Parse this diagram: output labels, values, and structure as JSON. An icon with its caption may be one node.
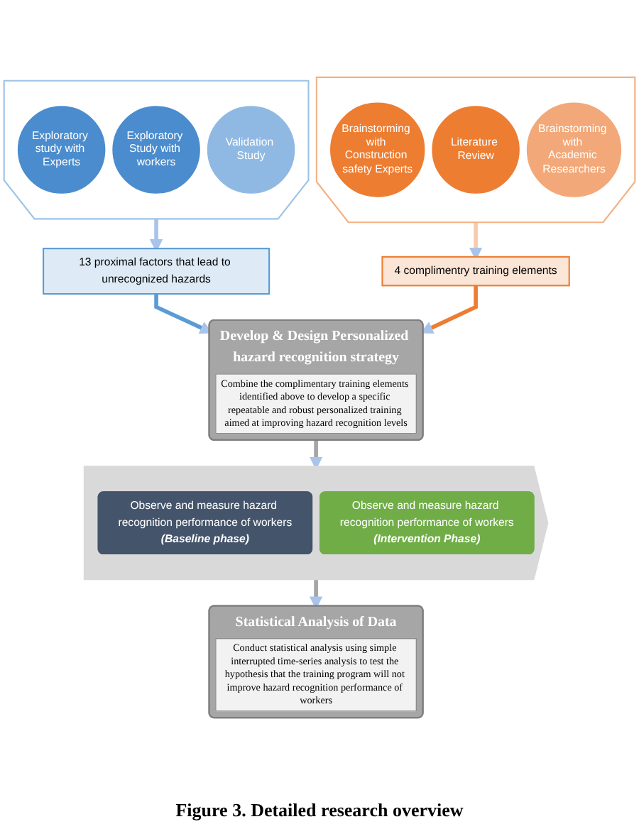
{
  "diagram": {
    "caption": "Figure 3. Detailed research overview",
    "nodes": [
      {
        "text": [],
        "shape": "funnel"
      },
      {
        "text": [
          "Exploratory study with Experts"
        ],
        "in": 0
      },
      {
        "text": [
          "Exploratory Study with workers"
        ],
        "in": 0
      },
      {
        "text": [
          "Validation Study"
        ],
        "in": 0
      },
      {
        "text": [],
        "shape": "funnel"
      },
      {
        "text": [
          "Brainstorming with Construction safety Experts"
        ],
        "in": 4
      },
      {
        "text": [
          "Literature Review"
        ],
        "in": 4
      },
      {
        "text": [
          "Brainstorming with Academic Researchers"
        ],
        "in": 4
      },
      {
        "text": [
          "13 proximal factors that lead to unrecognized hazards"
        ]
      },
      {
        "text": [
          "4 complimentry training elements"
        ]
      },
      {
        "text": [
          "Develop & Design Personalized hazard recognition strategy",
          "Combine the complimentary training elements identified above to develop a specific repeatable and robust personalized training aimed at improving hazard recognition levels"
        ]
      },
      {
        "text": [],
        "shape": "arrow"
      },
      {
        "text": [
          "Observe and measure hazard recognition performance of workers",
          "(Baseline phase)"
        ],
        "in": 11
      },
      {
        "text": [
          "Observe and measure hazard recognition performance of workers",
          "(Intervention Phase)"
        ],
        "in": 11
      },
      {
        "text": [
          "Statistical Analysis of Data",
          "Conduct statistical analysis using simple interrupted time-series analysis to test the hypothesis that the training program will not improve hazard recognition performance of workers"
        ]
      }
    ],
    "edges": [
      {
        "from": 0,
        "to": 8,
        "arrow": "to",
        "color": "#a9c4eb"
      },
      {
        "from": 4,
        "to": 9,
        "arrow": "to",
        "color": "#f8cbad"
      },
      {
        "from": 8,
        "to": 10,
        "arrow": "to",
        "color": "#5b9bd5"
      },
      {
        "from": 9,
        "to": 10,
        "arrow": "to",
        "color": "#ed7d31"
      },
      {
        "from": 10,
        "to": 11,
        "arrow": "to"
      },
      {
        "from": 11,
        "to": 14,
        "arrow": "to"
      }
    ]
  }
}
